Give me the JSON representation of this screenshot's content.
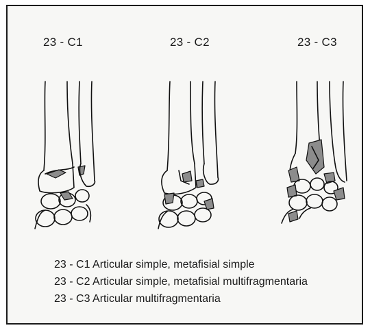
{
  "figures": [
    {
      "label": "23 - C1"
    },
    {
      "label": "23 - C2"
    },
    {
      "label": "23 - C3"
    }
  ],
  "legend": [
    "23 - C1 Articular simple, metafisial simple",
    "23 - C2 Articular simple, metafisial multifragmentaria",
    "23 - C3 Articular multifragmentaria"
  ]
}
